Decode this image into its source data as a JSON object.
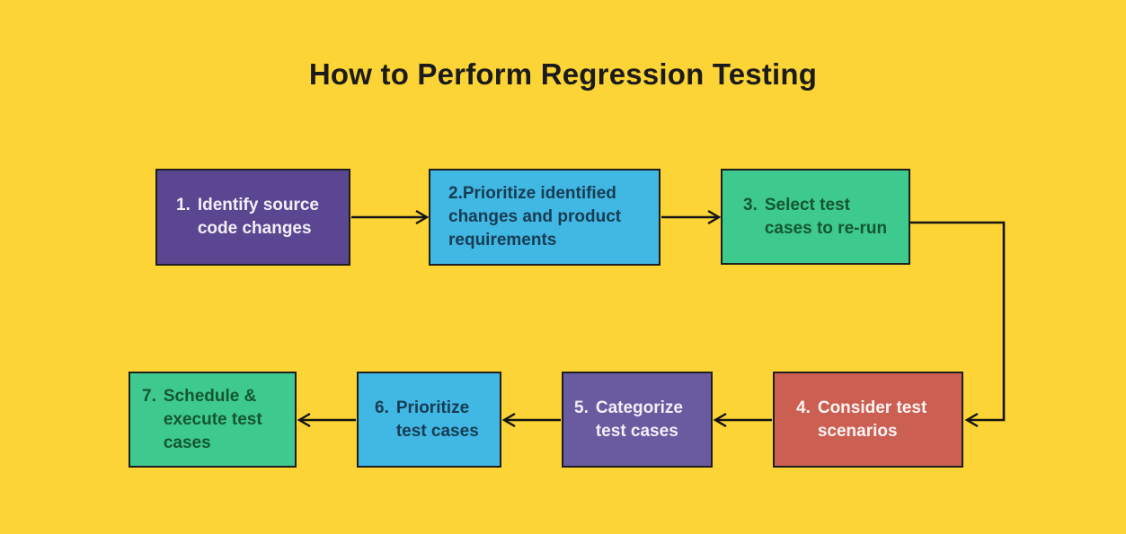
{
  "title": "How to Perform Regression Testing",
  "background_color": "#FCD435",
  "arrow_color": "#141414",
  "box_border_color": "#1E1E1E",
  "steps": [
    {
      "number": "1.",
      "text": "Identify source code changes",
      "bg": "#5B4791",
      "fg": "#F2EFF6"
    },
    {
      "number": "2.",
      "text": "Prioritize identified changes and product requirements",
      "bg": "#41B8E3",
      "fg": "#173C53"
    },
    {
      "number": "3.",
      "text": "Select test cases to re-run",
      "bg": "#3EC98F",
      "fg": "#14572F"
    },
    {
      "number": "4.",
      "text": "Consider test scenarios",
      "bg": "#CB5F52",
      "fg": "#FBF4F2"
    },
    {
      "number": "5.",
      "text": "Categorize test cases",
      "bg": "#6A5AA0",
      "fg": "#F2EFF6"
    },
    {
      "number": "6.",
      "text": "Prioritize test cases",
      "bg": "#41B8E3",
      "fg": "#173C53"
    },
    {
      "number": "7.",
      "text": "Schedule & execute test cases",
      "bg": "#3EC98F",
      "fg": "#14572F"
    }
  ]
}
